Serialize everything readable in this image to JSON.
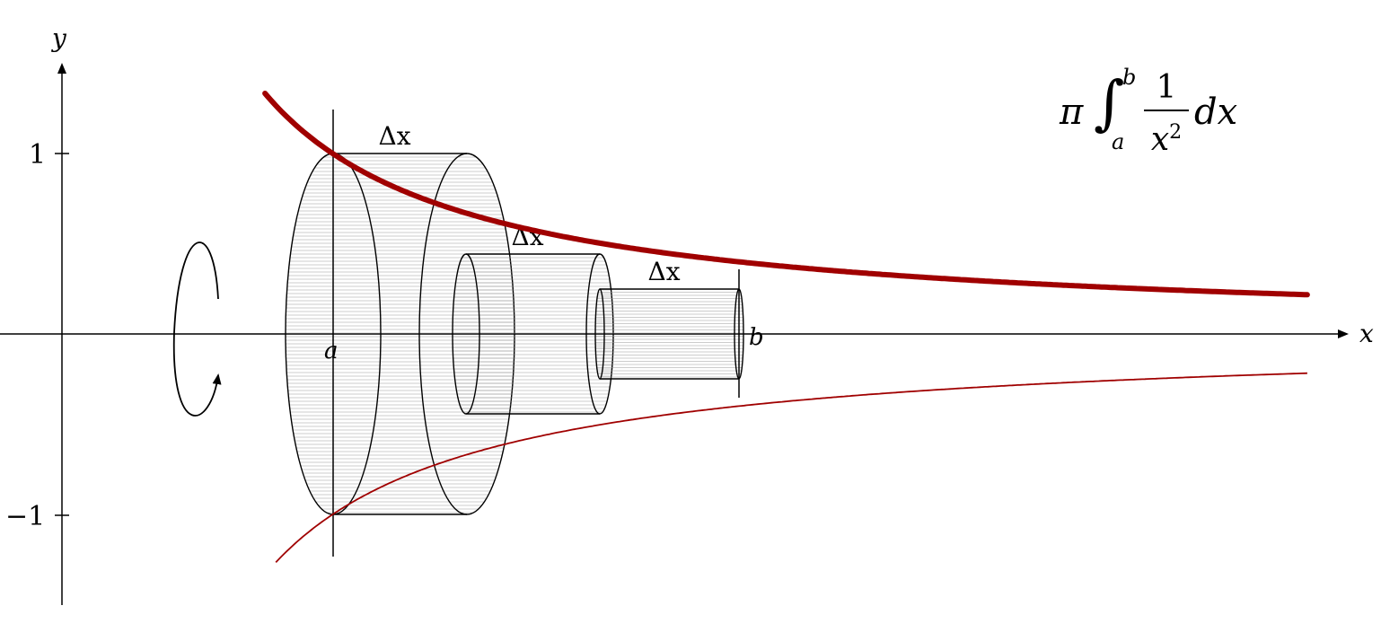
{
  "axes": {
    "x_label": "x",
    "y_label": "y",
    "y_tick_pos": "1",
    "y_tick_neg": "−1"
  },
  "markers": {
    "a": "a",
    "b": "b"
  },
  "slices": [
    {
      "label": "Δx"
    },
    {
      "label": "Δx"
    },
    {
      "label": "Δx"
    }
  ],
  "formula": {
    "pi": "π",
    "integral": "∫",
    "lower": "a",
    "upper": "b",
    "numerator": "1",
    "denominator_base": "x",
    "denominator_exp": "2",
    "differential": "dx"
  },
  "colors": {
    "curve": "#a00000",
    "ink": "#000000",
    "hatch": "#9a9a9a"
  },
  "icons": {
    "rotation": "rotation-arrow-icon"
  }
}
